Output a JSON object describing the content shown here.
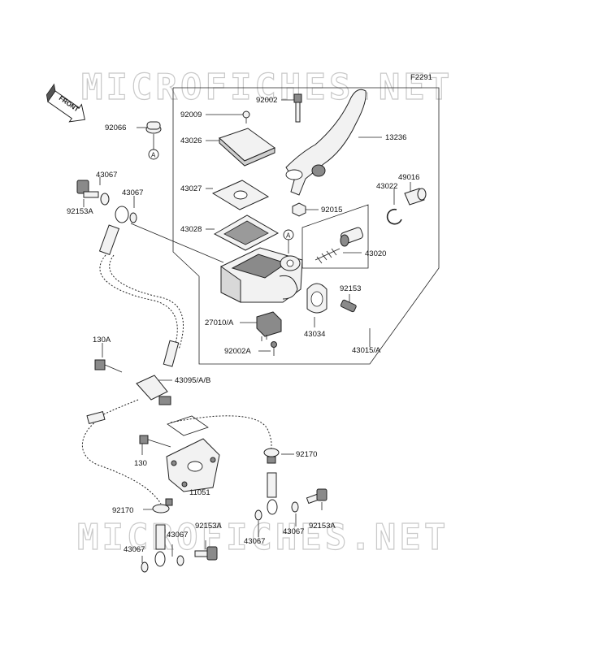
{
  "diagram": {
    "figure_code": "F2291",
    "front_label": "FRONT",
    "watermark": "MICROFICHES.NET",
    "callout_letter": "A",
    "labels": {
      "p92066": "92066",
      "p92009": "92009",
      "p92002_top": "92002",
      "p13236": "13236",
      "p43026": "43026",
      "p43027": "43027",
      "p43028": "43028",
      "p43067_a": "43067",
      "p43067_b": "43067",
      "p92153A_a": "92153A",
      "p49016": "49016",
      "p43022": "43022",
      "p92015": "92015",
      "p43020": "43020",
      "p92153": "92153",
      "p27010A": "27010/A",
      "p43034": "43034",
      "p92002A": "92002A",
      "p43015A": "43015/A",
      "p130A": "130A",
      "p43095AB": "43095/A/B",
      "p92170_a": "92170",
      "p130": "130",
      "p11051": "11051",
      "p92170_b": "92170",
      "p92153A_b": "92153A",
      "p43067_c": "43067",
      "p43067_d": "43067",
      "p43067_e": "43067",
      "p43067_f": "43067",
      "p92153A_c": "92153A"
    }
  }
}
